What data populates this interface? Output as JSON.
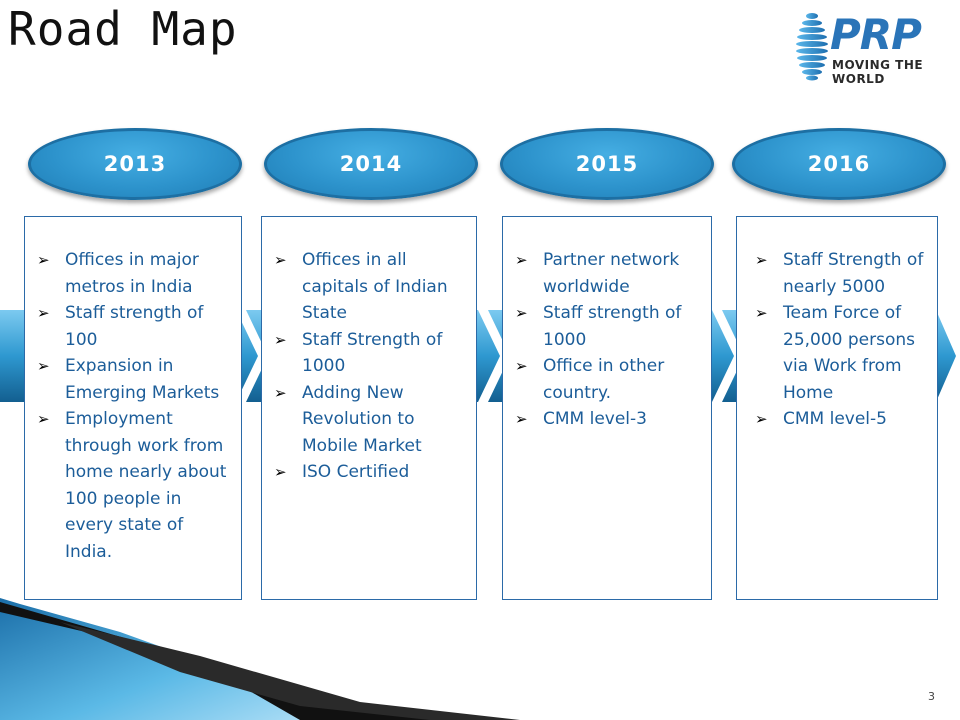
{
  "title": "Road Map",
  "logo": {
    "word": "PRP",
    "tagline": "MOVING THE WORLD"
  },
  "colors": {
    "accent": "#2d93cc",
    "text": "#1c5d99",
    "border": "#2b6aa8"
  },
  "timeline": [
    {
      "year": "2013",
      "items": [
        "Offices in major metros in India",
        "Staff strength of 100",
        "Expansion in Emerging Markets",
        "Employment through work from home nearly about 100 people in every state of India."
      ]
    },
    {
      "year": "2014",
      "items": [
        "Offices in all capitals of Indian State",
        "Staff Strength of 1000",
        "Adding New Revolution to Mobile Market",
        "ISO Certified"
      ]
    },
    {
      "year": "2015",
      "items": [
        "Partner network worldwide",
        "Staff strength of 1000",
        "Office in other country.",
        "CMM level-3"
      ]
    },
    {
      "year": "2016",
      "items": [
        "Staff Strength of nearly 5000",
        "Team Force of 25,000 persons via Work from Home",
        "CMM level-5"
      ]
    }
  ],
  "page_number": "3"
}
